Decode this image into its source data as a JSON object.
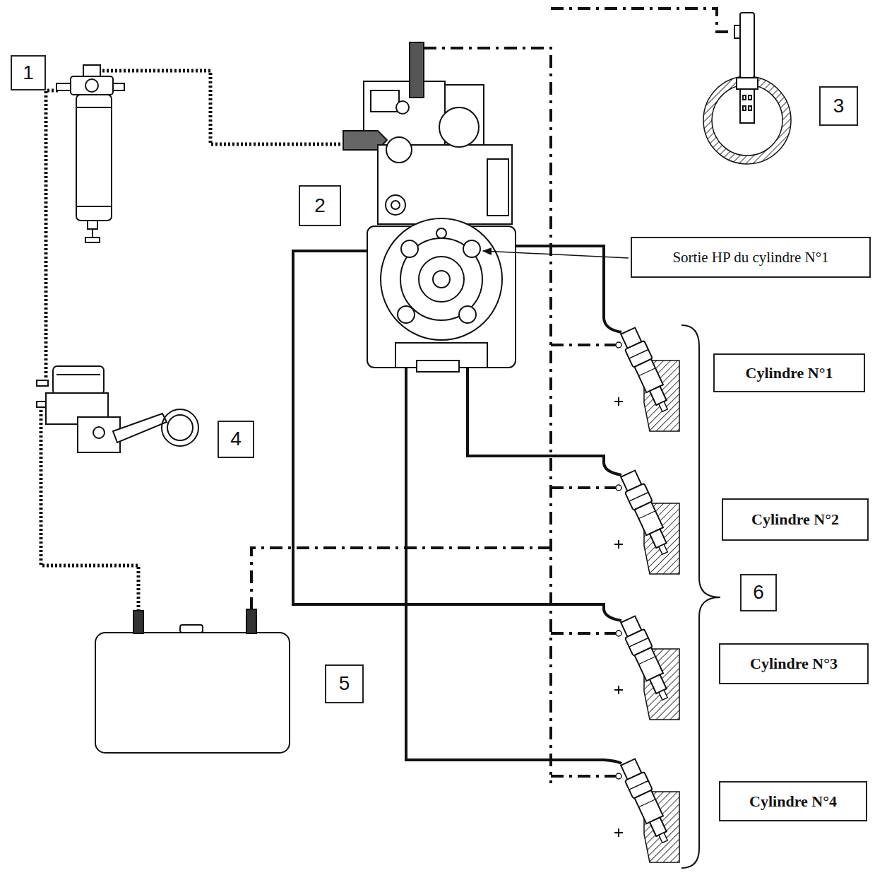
{
  "diagram": {
    "nodes": [
      {
        "text": [
          "1"
        ]
      },
      {
        "text": [
          "3"
        ]
      },
      {
        "text": [
          "2"
        ]
      },
      {
        "text": [
          "Sortie HP du cylindre N°1"
        ]
      },
      {
        "text": [
          "Cylindre N°1"
        ]
      },
      {
        "text": [
          "4"
        ]
      },
      {
        "text": [
          "Cylindre N°2"
        ]
      },
      {
        "text": [
          "6"
        ]
      },
      {
        "text": [
          "Cylindre N°3"
        ]
      },
      {
        "text": [
          "5"
        ]
      },
      {
        "text": [
          "Cylindre N°4"
        ]
      }
    ]
  }
}
